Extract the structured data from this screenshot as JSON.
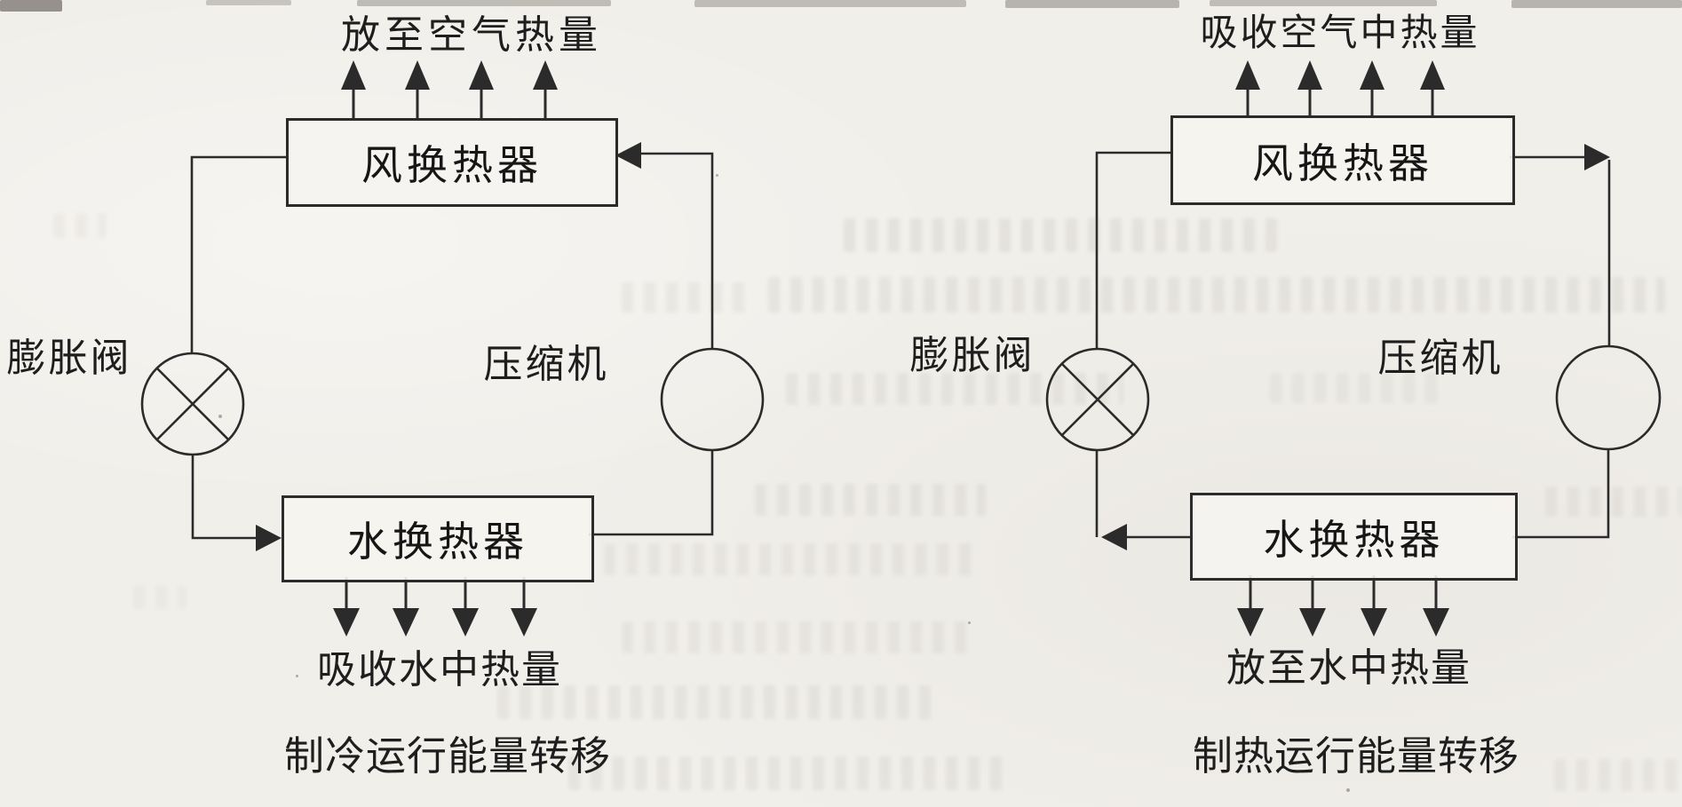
{
  "paper": {
    "background": "#f1efea",
    "ink": "#2b2b2b",
    "text_color": "#1e1e1e"
  },
  "diagrams": [
    {
      "caption": "制冷运行能量转移",
      "top_heat_label": "放至空气热量",
      "bottom_heat_label": "吸收水中热量",
      "air_exchanger_label": "风换热器",
      "water_exchanger_label": "水换热器",
      "expansion_valve_label": "膨胀阀",
      "compressor_label": "压缩机"
    },
    {
      "caption": "制热运行能量转移",
      "top_heat_label": "吸收空气中热量",
      "bottom_heat_label": "放至水中热量",
      "air_exchanger_label": "风换热器",
      "water_exchanger_label": "水换热器",
      "expansion_valve_label": "膨胀阀",
      "compressor_label": "压缩机"
    }
  ]
}
